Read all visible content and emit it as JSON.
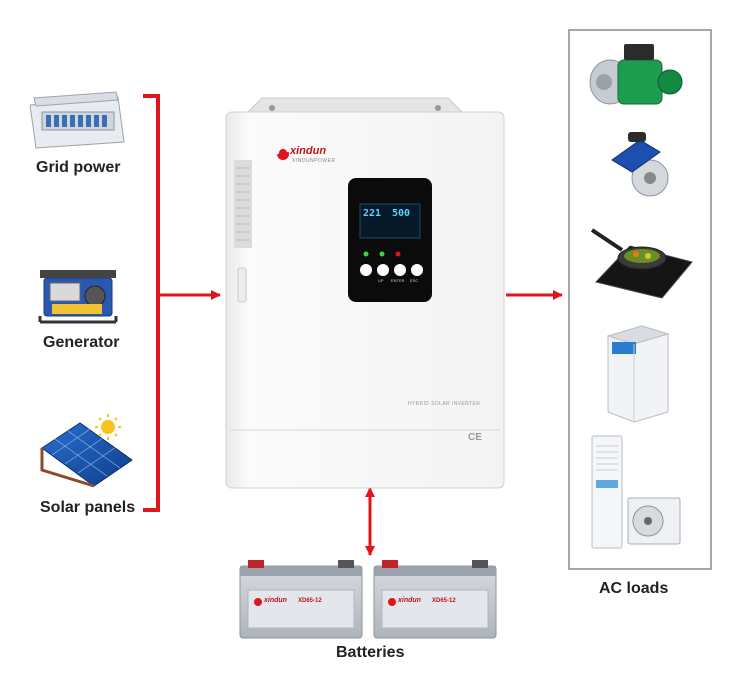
{
  "sources": {
    "grid": "Grid power",
    "generator": "Generator",
    "solar": "Solar panels"
  },
  "loads_title": "AC loads",
  "batteries_label": "Batteries",
  "inverter": {
    "brand": "xindun",
    "brand_sub": "XINDUNPOWER",
    "model_text": "HYBRID SOLAR INVERTER",
    "lcd_left": "221",
    "lcd_right": "500",
    "buttons": [
      "UP",
      "ENTER",
      "ESC"
    ],
    "ce_mark": "CE"
  },
  "battery": {
    "brand": "xindun",
    "model": "XD65-12"
  },
  "colors": {
    "arrow": "#e0141b",
    "panel": "#f7f7f7",
    "lcd_bg": "#0b0b0b",
    "lcd_text": "#5fd0ff"
  }
}
